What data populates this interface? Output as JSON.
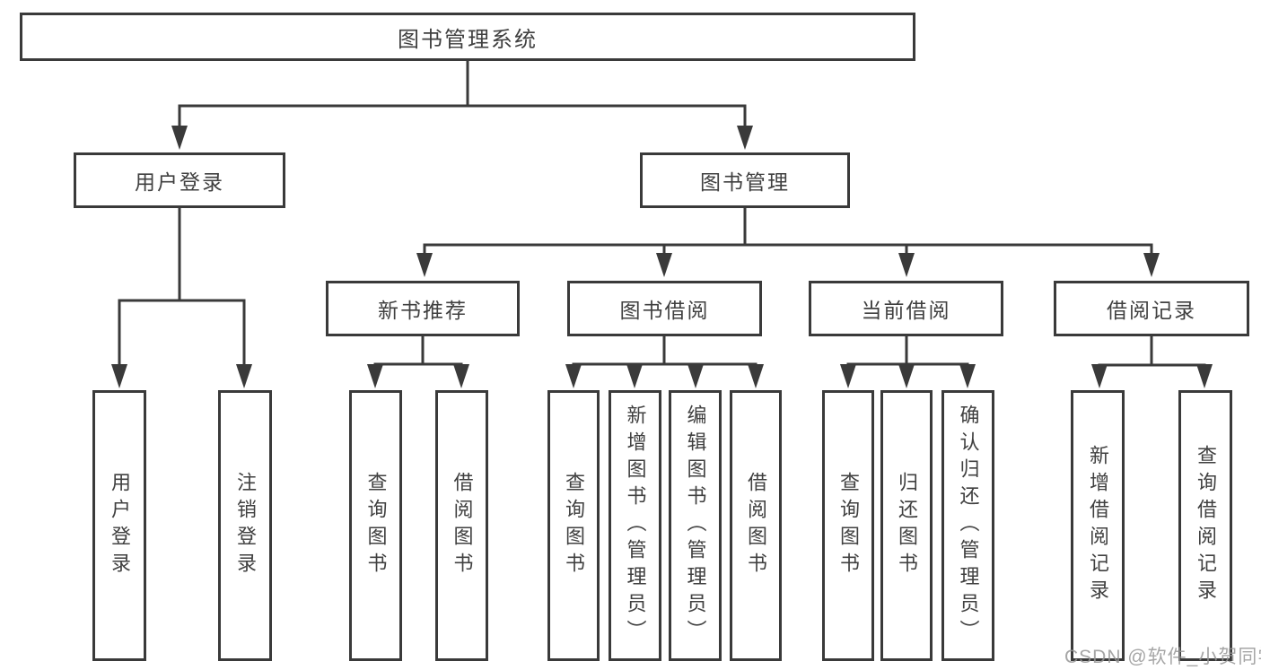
{
  "colors": {
    "line": "#3a3a3a",
    "node_border": "#3a3a3a",
    "node_text": "#404040",
    "background": "#ffffff",
    "watermark_text_color": "#969696"
  },
  "tree": {
    "root": {
      "label": "图书管理系统",
      "children": [
        {
          "label": "用户登录",
          "children": [
            {
              "label": "用户登录"
            },
            {
              "label": "注销登录"
            }
          ]
        },
        {
          "label": "图书管理",
          "children": [
            {
              "label": "新书推荐",
              "children": [
                {
                  "label": "查询图书"
                },
                {
                  "label": "借阅图书"
                }
              ]
            },
            {
              "label": "图书借阅",
              "children": [
                {
                  "label": "查询图书"
                },
                {
                  "label": "新增图书（管理员）"
                },
                {
                  "label": "编辑图书（管理员）"
                },
                {
                  "label": "借阅图书"
                }
              ]
            },
            {
              "label": "当前借阅",
              "children": [
                {
                  "label": "查询图书"
                },
                {
                  "label": "归还图书"
                },
                {
                  "label": "确认归还（管理员）"
                }
              ]
            },
            {
              "label": "借阅记录",
              "children": [
                {
                  "label": "新增借阅记录"
                },
                {
                  "label": "查询借阅记录"
                }
              ]
            }
          ]
        }
      ]
    }
  },
  "watermark": {
    "text": "CSDN @软件_小贺同学"
  }
}
